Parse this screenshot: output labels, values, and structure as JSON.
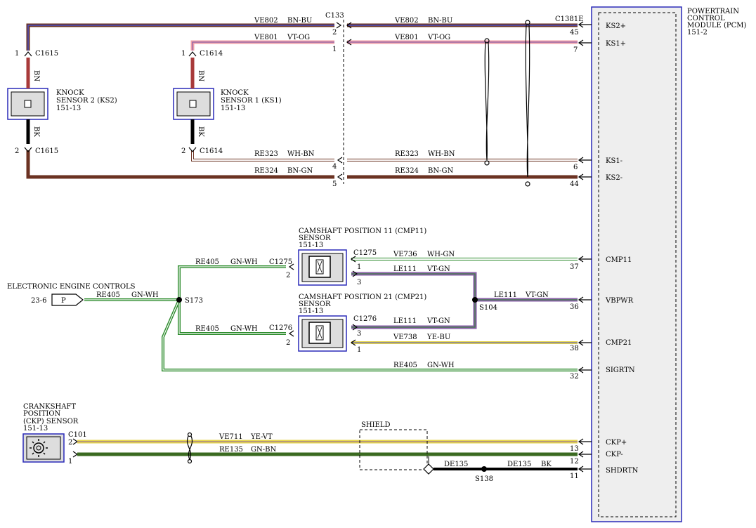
{
  "pcm": {
    "title_lines": [
      "POWERTRAIN",
      "CONTROL",
      "MODULE (PCM)",
      "151-2"
    ]
  },
  "pcm_pins": {
    "ks2p": "KS2+",
    "ks1p": "KS1+",
    "ks1m": "KS1-",
    "ks2m": "KS2-",
    "cmp11": "CMP11",
    "vbpwr": "VBPWR",
    "cmp21": "CMP21",
    "sigrtn": "SIGRTN",
    "ckpp": "CKP+",
    "ckpm": "CKP-",
    "shdrtn": "SHDRTN"
  },
  "pin_numbers": {
    "ks2p": "45",
    "ks1p": "7",
    "ks1m": "6",
    "ks2m": "44",
    "cmp11": "37",
    "vbpwr": "36",
    "cmp21": "38",
    "sigrtn": "32",
    "ckpp": "13",
    "ckpm": "12",
    "shdrtn": "11"
  },
  "connectors": {
    "c133": "C133",
    "c1381e": "C1381E",
    "c1615": "C1615",
    "c1614": "C1614",
    "c1275": "C1275",
    "c1276": "C1276",
    "c101": "C101"
  },
  "splices": {
    "s173": "S173",
    "s104": "S104",
    "s138": "S138"
  },
  "shield": "SHIELD",
  "eec": {
    "title": "ELECTRONIC ENGINE CONTROLS",
    "ref": "23-6",
    "pin": "P"
  },
  "sensors": {
    "ks2": [
      "KNOCK",
      "SENSOR 2 (KS2)",
      "151-13"
    ],
    "ks1": [
      "KNOCK",
      "SENSOR 1 (KS1)",
      "151-13"
    ],
    "cmp11": [
      "CAMSHAFT POSITION 11 (CMP11)",
      "SENSOR",
      "151-13"
    ],
    "cmp21": [
      "CAMSHAFT POSITION 21 (CMP21)",
      "SENSOR",
      "151-13"
    ],
    "ckp": [
      "CRANKSHAFT",
      "POSITION",
      "(CKP) SENSOR",
      "151-13"
    ]
  },
  "wires": {
    "ve802": "VE802",
    "bnbu": "BN-BU",
    "ve801": "VE801",
    "vtog": "VT-OG",
    "re323": "RE323",
    "whbn": "WH-BN",
    "re324": "RE324",
    "bngn": "BN-GN",
    "bn": "BN",
    "bk": "BK",
    "ve736": "VE736",
    "whgn": "WH-GN",
    "le111": "LE111",
    "vtgn": "VT-GN",
    "ve738": "VE738",
    "yebu": "YE-BU",
    "re405": "RE405",
    "gnwh": "GN-WH",
    "ve711": "VE711",
    "yevt": "YE-VT",
    "re135": "RE135",
    "gnbn": "GN-BN",
    "de135": "DE135"
  },
  "cpin": {
    "p1": "1",
    "p2": "2",
    "p3": "3",
    "p4": "4",
    "p5": "5"
  },
  "colors": {
    "bn": "#6b3222",
    "bu": "#4b4fc4",
    "vt": "#8a5fa8",
    "og": "#f0a0a8",
    "wh": "#ffffff",
    "gn": "#2a8a2a",
    "ye": "#e6d54a",
    "bk": "#000000",
    "knock_sensor_red": "#a83a3a",
    "pcm_fill": "#eeeeee",
    "pcm_border": "#2a2ab8"
  }
}
